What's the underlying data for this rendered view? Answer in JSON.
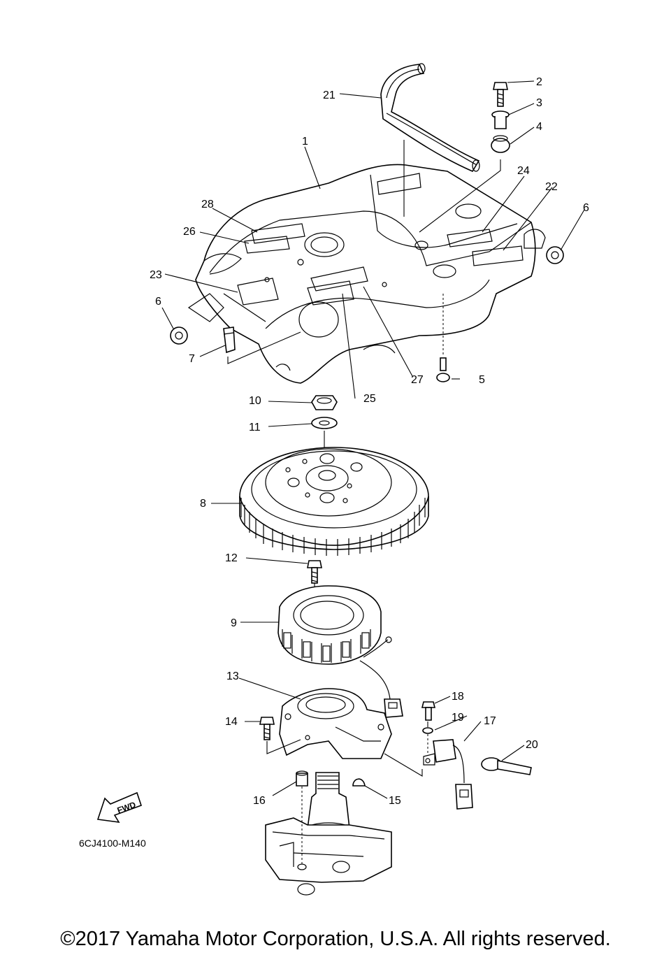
{
  "diagram": {
    "callouts": [
      "1",
      "2",
      "3",
      "4",
      "5",
      "6",
      "6",
      "7",
      "8",
      "9",
      "10",
      "11",
      "12",
      "13",
      "14",
      "15",
      "16",
      "17",
      "18",
      "19",
      "20",
      "21",
      "22",
      "23",
      "24",
      "25",
      "26",
      "27",
      "28"
    ],
    "fwd_marker": "FWD",
    "drawing_code": "6CJ4100-M140",
    "copyright": "©2017 Yamaha Motor Corporation, U.S.A. All rights reserved."
  }
}
